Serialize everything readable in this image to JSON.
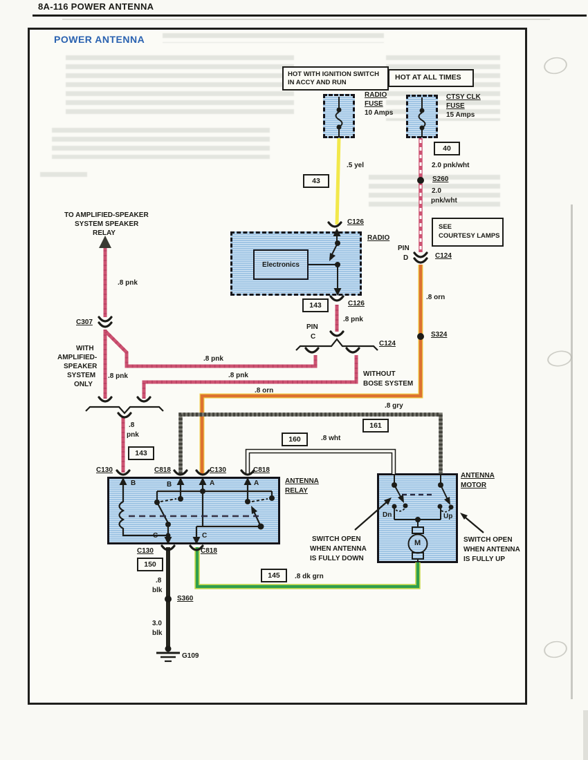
{
  "colors": {
    "title_blue": "#2a62b0",
    "component_blue": "#a9cdea",
    "wire_yellow": "#f2e84b",
    "wire_pink": "#cd5372",
    "wire_orange": "#dd7231",
    "wire_gray": "#76766e",
    "wire_green": "#2f9e4e",
    "wire_black": "#26261f"
  },
  "header": {
    "page_ref": "8A-116 POWER ANTENNA"
  },
  "title": "POWER ANTENNA",
  "power_sources": {
    "ign": {
      "line1": "HOT WITH IGNITION SWITCH",
      "line2": "IN ACCY AND RUN"
    },
    "batt": {
      "line1": "HOT AT ALL TIMES"
    }
  },
  "fuses": {
    "radio": {
      "name": "RADIO",
      "type": "FUSE",
      "rating": "10 Amps"
    },
    "ctsy": {
      "name": "CTSY CLK",
      "type": "FUSE",
      "rating": "15 Amps"
    }
  },
  "see_note": {
    "line1": "SEE",
    "line2": "COURTESY LAMPS"
  },
  "circuits": {
    "yel": {
      "gauge": ".5 yel",
      "num": "43"
    },
    "pnkwht": {
      "num": "40",
      "gauge": "2.0 pnk/wht",
      "splice": "S260",
      "gauge2_l1": "2.0",
      "gauge2_l2": "pnk/wht"
    },
    "orn": {
      "gauge_right": ".8 orn",
      "splice": "S324",
      "gauge_mid": ".8 orn"
    },
    "pnk": {
      "num_radio": "143",
      "gauge_radio": ".8 pnk",
      "gauge_vert": ".8 pnk",
      "gauge_upper": ".8 pnk",
      "gauge_lower": ".8 pnk",
      "gauge_left": ".8 pnk",
      "merge_l1": ".8",
      "merge_l2": "pnk",
      "num_relay": "143"
    },
    "gry": {
      "gauge": ".8 gry",
      "num": "161"
    },
    "wht": {
      "num": "160",
      "gauge": ".8 wht"
    },
    "blk": {
      "num": "150",
      "l1": ".8",
      "l2": "blk",
      "splice": "S360",
      "l3": "3.0",
      "l4": "blk"
    },
    "dkgrn": {
      "num": "145",
      "gauge": ".8 dk grn"
    }
  },
  "connectors": {
    "c126_top": "C126",
    "c126_bot": "C126",
    "c124_right": "C124",
    "c124_mid": "C124",
    "c307": "C307",
    "pin_d_l1": "PIN",
    "pin_d_l2": "D",
    "pin_c_l1": "PIN",
    "pin_c_l2": "C",
    "relay_top": [
      "C130",
      "C818",
      "C130",
      "C818"
    ],
    "relay_bot": [
      "C130",
      "C818"
    ]
  },
  "radio": {
    "name": "RADIO",
    "electronics": "Electronics"
  },
  "relay": {
    "name_l1": "ANTENNA",
    "name_l2": "RELAY",
    "pins_top": [
      "B",
      "B",
      "A",
      "A"
    ],
    "pins_bot": [
      "C",
      "C"
    ]
  },
  "motor": {
    "name_l1": "ANTENNA",
    "name_l2": "MOTOR",
    "down": "Dn",
    "up": "Up",
    "m": "M"
  },
  "ground": {
    "id": "G109"
  },
  "notes": {
    "to_amp": {
      "lines": [
        "TO AMPLIFIED-SPEAKER",
        "SYSTEM SPEAKER",
        "RELAY"
      ]
    },
    "with_amp": {
      "lines": [
        "WITH",
        "AMPLIFIED-",
        "SPEAKER",
        "SYSTEM",
        "ONLY"
      ]
    },
    "without_bose": {
      "lines": [
        "WITHOUT",
        "BOSE SYSTEM"
      ]
    },
    "switch_down": {
      "lines": [
        "SWITCH OPEN",
        "WHEN ANTENNA",
        "IS FULLY DOWN"
      ]
    },
    "switch_up": {
      "lines": [
        "SWITCH OPEN",
        "WHEN ANTENNA",
        "IS FULLY UP"
      ]
    }
  }
}
